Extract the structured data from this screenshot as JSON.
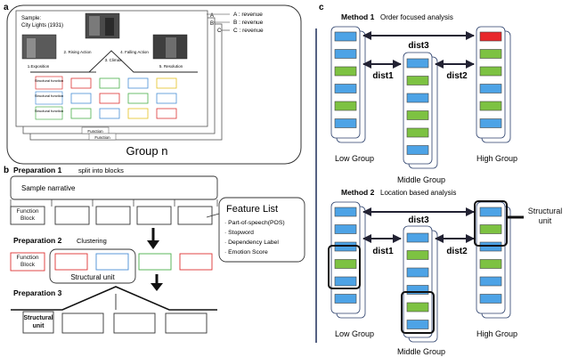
{
  "panel_a": {
    "letter": "a",
    "sample_label": "Sample:",
    "sample_title": "City Lights (1931)",
    "stage_labels": [
      "1.Exposition",
      "2. Rising Action",
      "3. Climax",
      "4. Falling Action",
      "5. Resolution"
    ],
    "function_label": "Structural function",
    "function_small": "Function",
    "layer_labels": [
      "A : revenue",
      "B : revenue",
      "C : revenue"
    ],
    "layer_letters": [
      "A",
      "B",
      "C"
    ],
    "group_label": "Group n"
  },
  "panel_b": {
    "letter": "b",
    "prep1_title": "Preparation 1",
    "prep1_desc": "split into blocks",
    "sample_narrative": "Sample narrative",
    "function_block": "Function Block",
    "prep2_title": "Preparation 2",
    "prep2_desc": "Clustering",
    "structural_unit": "Structural unit",
    "prep3_title": "Preparation 3",
    "prep3_unit": "Structural unit",
    "feature_title": "Feature List",
    "features": [
      "· Part-of-speech(POS)",
      "· Stopword",
      "· Dependency Label",
      "· Emotion Score"
    ]
  },
  "panel_c": {
    "letter": "c",
    "m1_title": "Method 1",
    "m1_desc": "Order focused analysis",
    "m2_title": "Method 2",
    "m2_desc": "Location based analysis",
    "dist3": "dist3",
    "dist1": "dist1",
    "dist2": "dist2",
    "low_group": "Low Group",
    "middle_group": "Middle Group",
    "high_group": "High Group",
    "structural_unit": "Structural unit"
  },
  "colors": {
    "blue": "#4da3e6",
    "green": "#7dc242",
    "red": "#e8282b",
    "outline": "#444444"
  }
}
